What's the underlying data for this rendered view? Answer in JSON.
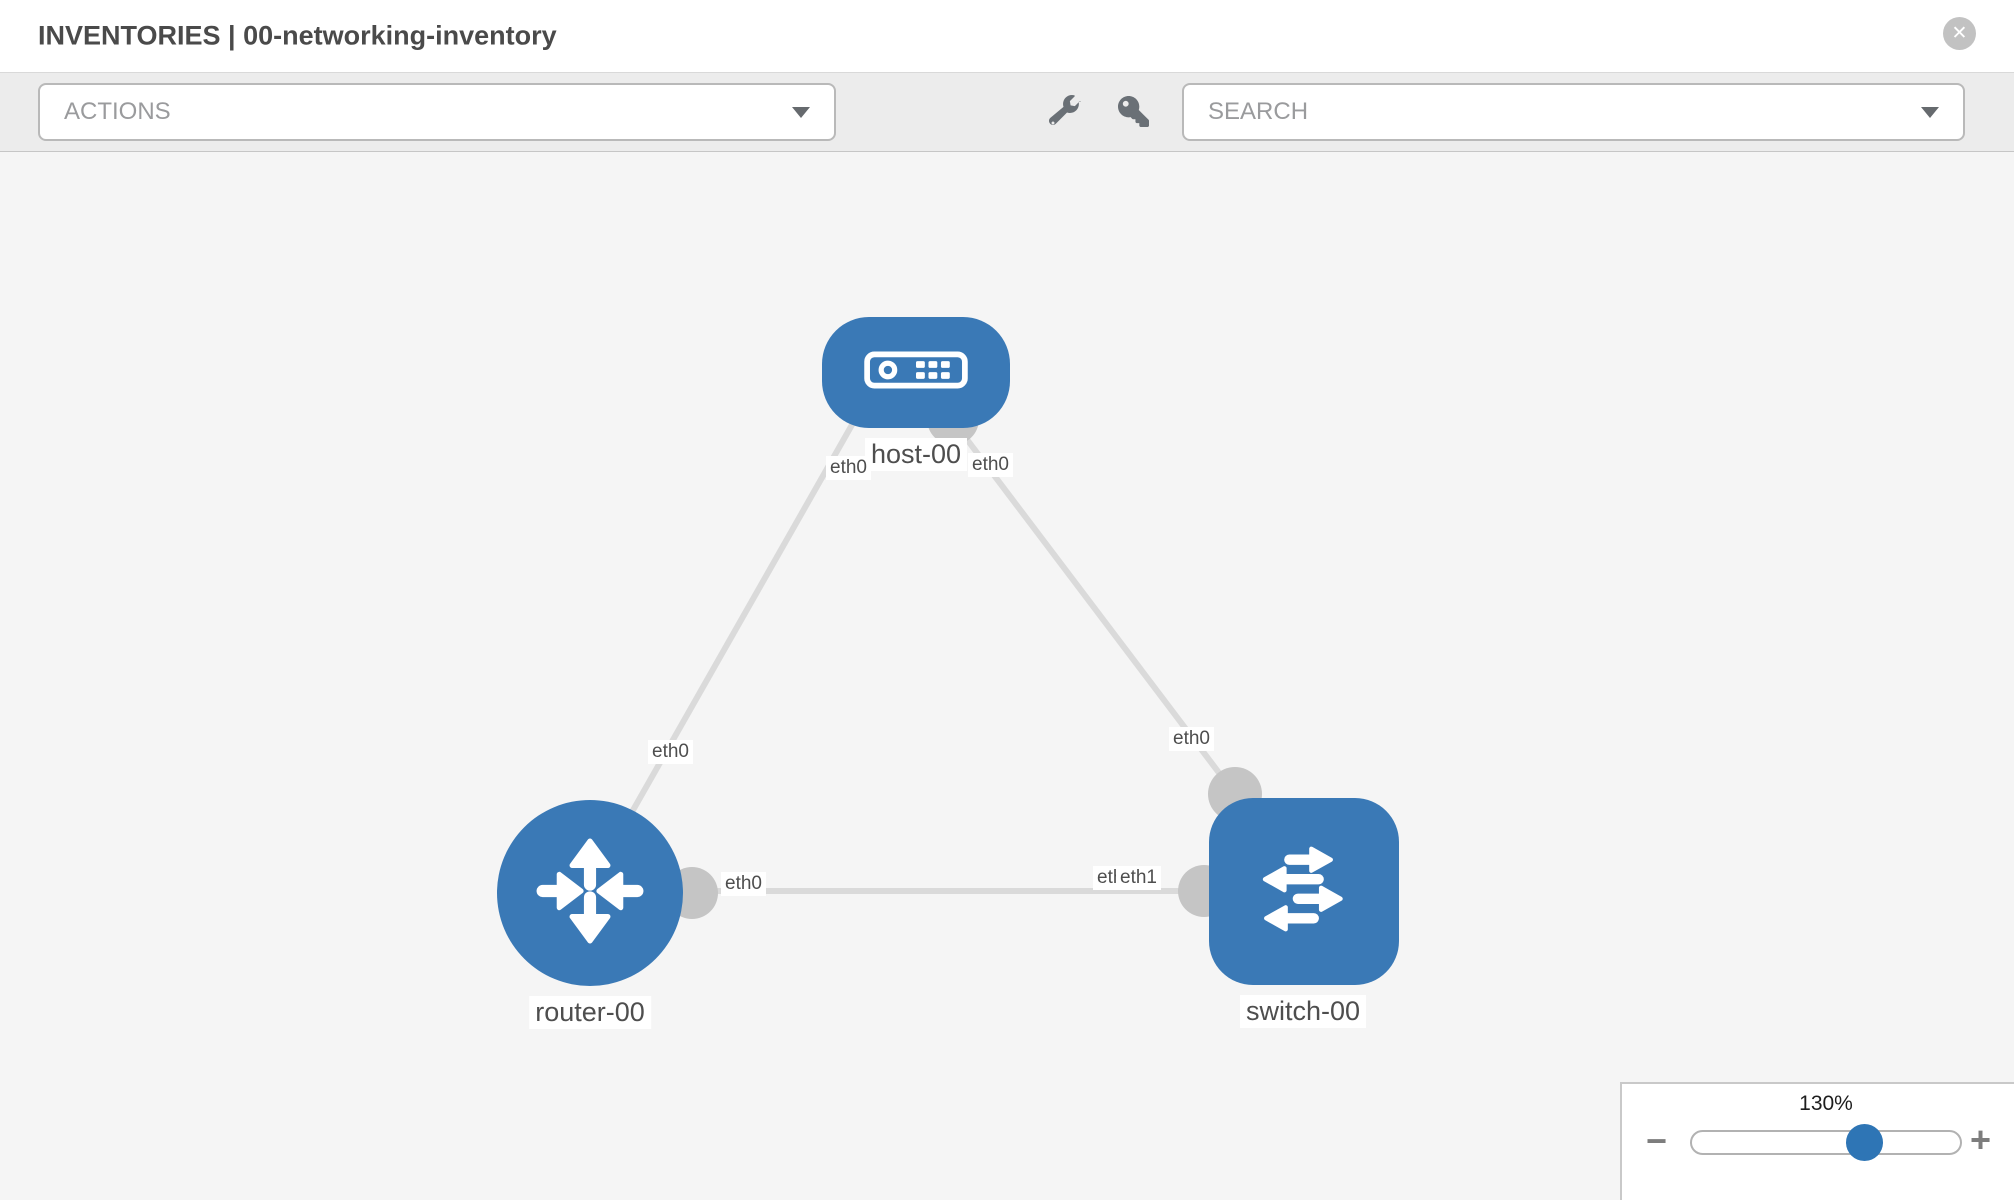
{
  "header": {
    "title": "INVENTORIES | 00-networking-inventory",
    "close_label": "✕"
  },
  "toolbar": {
    "actions_placeholder": "ACTIONS",
    "search_placeholder": "SEARCH"
  },
  "topology": {
    "nodes": [
      {
        "label": "host-00",
        "type": "host"
      },
      {
        "label": "router-00",
        "type": "router"
      },
      {
        "label": "switch-00",
        "type": "switch"
      }
    ],
    "links": [
      {
        "source": "host-00",
        "source_port": "eth0",
        "target": "router-00",
        "target_port": "eth0"
      },
      {
        "source": "host-00",
        "source_port": "eth0",
        "target": "switch-00",
        "target_port": "eth0"
      },
      {
        "source": "router-00",
        "source_port": "eth0",
        "target": "switch-00",
        "target_port": "eth1"
      }
    ],
    "overlapped_label": "eth0"
  },
  "zoom_control": {
    "level": "130%",
    "minus_label": "−",
    "plus_label": "+"
  },
  "colors": {
    "node_blue": "#3a79b6",
    "link_gray": "#dadada",
    "port_gray": "#c5c5c5",
    "thumb_blue": "#2e75b5"
  }
}
